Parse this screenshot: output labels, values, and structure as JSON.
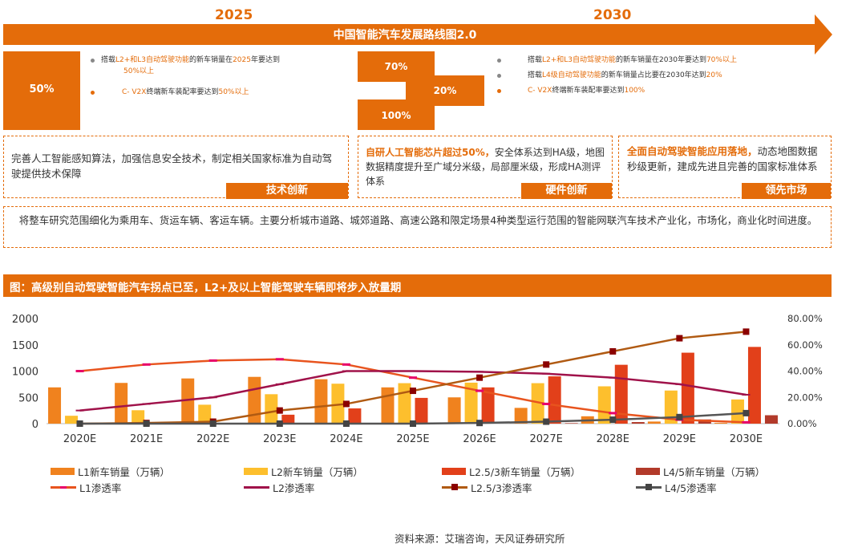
{
  "roadmap": {
    "year_2025": "2025",
    "year_2030": "2030",
    "title": "中国智能汽车发展路线图2.0",
    "left_block_value": "50%",
    "left_bullets": [
      {
        "parts": [
          "搭载",
          "L2+和L3自动驾驶功能",
          "的新车销量在",
          "2025",
          "年要达到",
          "50%以上"
        ]
      },
      {
        "parts": [
          "C- V2X",
          "终端新车装配率要达到",
          "50%以上"
        ]
      }
    ],
    "mid_values": {
      "top": "70%",
      "middle": "20%",
      "bottom": "100%"
    },
    "right_bullets": [
      {
        "parts": [
          "搭载",
          "L2+和L3自动驾驶功能",
          "的新车销量在2030年要达到",
          "70%以上"
        ]
      },
      {
        "parts": [
          "搭载",
          "L4级自动驾驶功能",
          "的新车销量占比要在2030年达到",
          "20%"
        ]
      },
      {
        "parts": [
          "C- V2X",
          "终端新车装配率要达到",
          "100%"
        ]
      }
    ]
  },
  "boxes": [
    {
      "text": "完善人工智能感知算法，加强信息安全技术，制定相关国家标准为自动驾驶提供技术保障",
      "tag": "技术创新"
    },
    {
      "highlight": "自研人工智能芯片超过50%，",
      "text": "安全体系达到HA级，地图数据精度提升至广域分米级，局部厘米级，形成HA测评体系",
      "tag": "硬件创新"
    },
    {
      "highlight": "全面自动驾驶智能应用落地，",
      "text": "动态地图数据秒级更新，建成先进且完善的国家标准体系",
      "tag": "领先市场"
    }
  ],
  "scope_text": "将整车研究范围细化为乘用车、货运车辆、客运车辆。主要分析城市道路、城郊道路、高速公路和限定场景4种类型运行范围的智能网联汽车技术产业化，市场化，商业化时间进度。",
  "chart_header": "图：高级别自动驾驶智能汽车拐点已至，L2+及以上智能驾驶车辆即将步入放量期",
  "source": "资料来源：艾瑞咨询，天风证券研究所",
  "chart_data": {
    "type": "bar",
    "categories": [
      "2020E",
      "2021E",
      "2022E",
      "2023E",
      "2024E",
      "2025E",
      "2026E",
      "2027E",
      "2028E",
      "2029E",
      "2030E"
    ],
    "left_axis": {
      "ylim": [
        0,
        2000
      ],
      "ticks": [
        "0",
        "500",
        "1000",
        "1500",
        "2000"
      ]
    },
    "right_axis": {
      "ylim": [
        0,
        80
      ],
      "ticks": [
        "0.00%",
        "20.00%",
        "40.00%",
        "60.00%",
        "80.00%"
      ]
    },
    "bar_series": [
      {
        "name": "L1新车销量（万辆）",
        "color": "#f0821e",
        "values": [
          690,
          775,
          860,
          890,
          845,
          690,
          500,
          300,
          140,
          40,
          15
        ]
      },
      {
        "name": "L2新车销量（万辆）",
        "color": "#fdbf2d",
        "values": [
          150,
          255,
          360,
          560,
          760,
          770,
          780,
          770,
          710,
          630,
          460
        ]
      },
      {
        "name": "L2.5/3新车销量（万辆）",
        "color": "#e2401a",
        "values": [
          0,
          0,
          0,
          170,
          290,
          490,
          690,
          900,
          1120,
          1350,
          1460
        ]
      },
      {
        "name": "L4/5新车销量（万辆）",
        "color": "#b23a2a",
        "values": [
          0,
          0,
          0,
          0,
          0,
          0,
          0,
          10,
          30,
          80,
          160
        ]
      }
    ],
    "line_series": [
      {
        "name": "L1渗透率",
        "color": "#e8541e",
        "marker": "#e8006a",
        "values": [
          40,
          45,
          48,
          49,
          45,
          35,
          25,
          15,
          8,
          3,
          1
        ]
      },
      {
        "name": "L2渗透率",
        "color": "#a0124a",
        "marker": "#a0124a",
        "values": [
          10,
          15,
          20,
          30,
          40,
          40,
          39.5,
          38,
          35,
          30,
          22
        ]
      },
      {
        "name": "L2.5/3渗透率",
        "color": "#b05a12",
        "marker": "#8b0000",
        "values": [
          0,
          0.5,
          1.5,
          10,
          15,
          25,
          35,
          45,
          55,
          65,
          70
        ]
      },
      {
        "name": "L4/5渗透率",
        "color": "#555555",
        "marker": "#444444",
        "values": [
          0,
          0,
          0,
          0,
          0,
          0,
          0.5,
          1.5,
          3,
          5,
          8
        ]
      }
    ]
  }
}
